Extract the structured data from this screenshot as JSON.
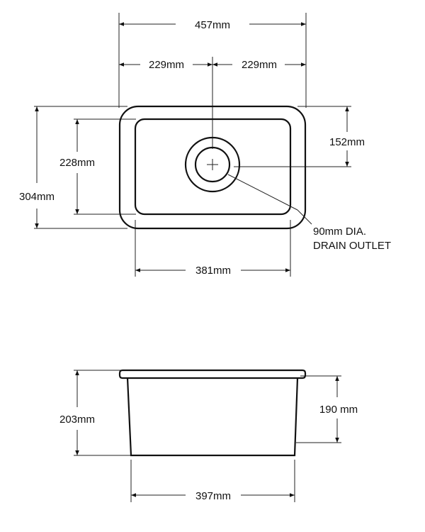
{
  "top_view": {
    "overall_width": "457mm",
    "half_width_left": "229mm",
    "half_width_right": "229mm",
    "overall_depth": "304mm",
    "inner_depth": "228mm",
    "drain_offset": "152mm",
    "inner_width": "381mm",
    "drain_label_line1": "90mm DIA.",
    "drain_label_line2": "DRAIN OUTLET"
  },
  "side_view": {
    "overall_height": "203mm",
    "inner_height": "190 mm",
    "bottom_width": "397mm"
  },
  "colors": {
    "line": "#111111",
    "background": "#ffffff"
  }
}
